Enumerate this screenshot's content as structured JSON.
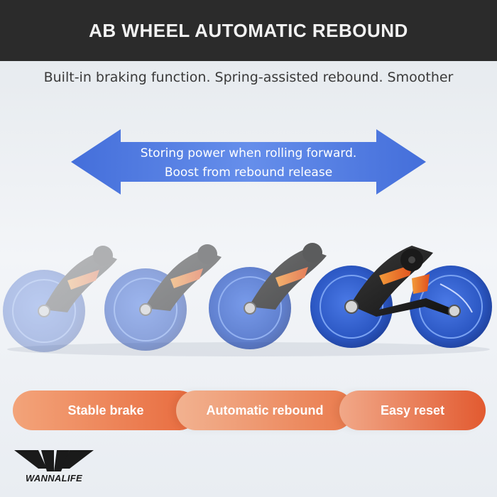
{
  "header": {
    "title": "AB WHEEL AUTOMATIC REBOUND"
  },
  "subtitle": "Built-in braking function. Spring-assisted rebound. Smoother",
  "arrow": {
    "line1": "Storing power when rolling forward.",
    "line2": "Boost from rebound release",
    "color": "#3d6fe0"
  },
  "features": [
    {
      "label": "Stable brake"
    },
    {
      "label": "Automatic rebound"
    },
    {
      "label": "Easy reset"
    }
  ],
  "brand": {
    "name": "WANNALIFE"
  },
  "colors": {
    "header_bg": "#2b2b2b",
    "wheel_blue": "#2f5fd0",
    "accent_orange": "#e86a3d"
  },
  "icons": {
    "arrow": "double-arrow-icon",
    "wheel": "ab-wheel-icon",
    "logo": "wannalife-logo-icon"
  }
}
